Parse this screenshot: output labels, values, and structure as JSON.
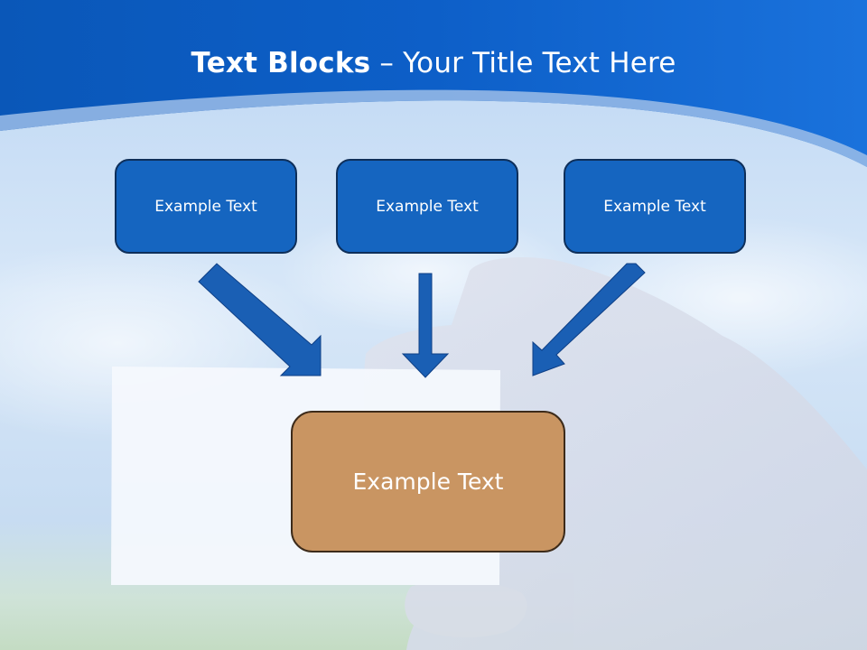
{
  "slide": {
    "title_bold": "Text Blocks",
    "title_rest": " – Your Title Text Here"
  },
  "diagram": {
    "top_boxes": [
      {
        "label": "Example Text"
      },
      {
        "label": "Example Text"
      },
      {
        "label": "Example Text"
      }
    ],
    "target_box": {
      "label": "Example Text"
    },
    "colors": {
      "header_blue": "#0b5fc6",
      "box_blue": "#1565c0",
      "box_border": "#0e2f5a",
      "arrow_blue": "#1a5fb4",
      "target_brown": "#c99562"
    }
  }
}
